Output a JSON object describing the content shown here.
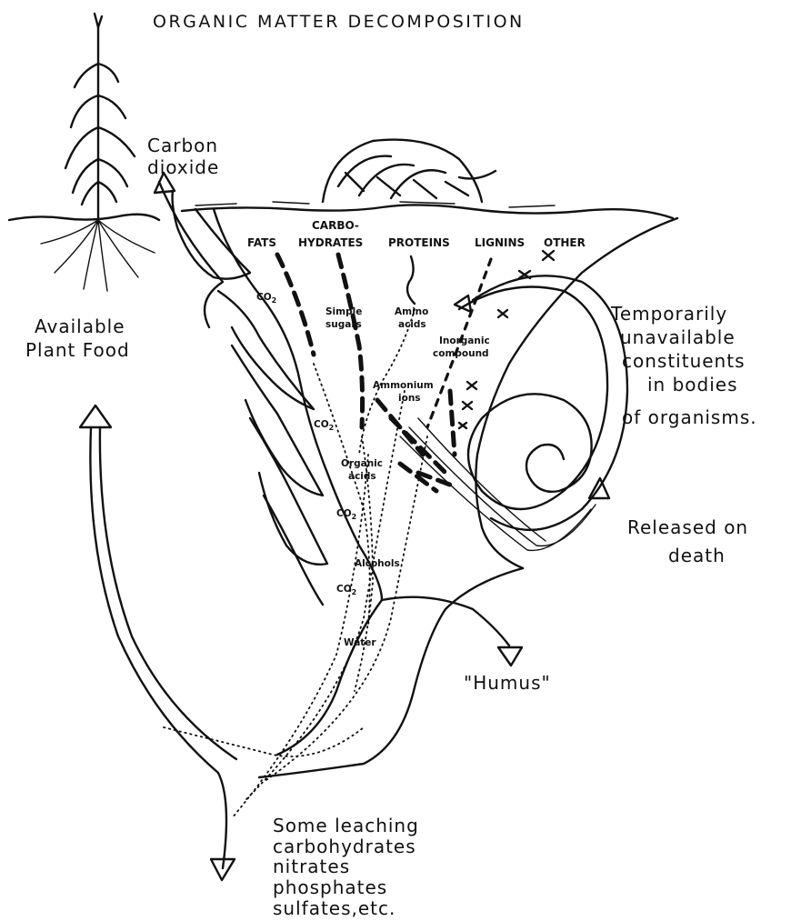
{
  "title": "ORGANIC MATTER DECOMPOSITION",
  "labels": {
    "carbon_dioxide_1": "Carbon",
    "carbon_dioxide_2": "dioxide",
    "available_1": "Available",
    "available_2": "Plant Food",
    "temp_1": "Temporarily",
    "temp_2": "unavailable",
    "temp_3": "constituents",
    "temp_4": "in bodies",
    "temp_5": "of organisms.",
    "released_1": "Released on",
    "released_2": "death",
    "humus": "\"Humus\"",
    "leach_1": "Some leaching",
    "leach_2": "carbohydrates",
    "leach_3": "nitrates",
    "leach_4": "phosphates",
    "leach_5": "sulfates,etc."
  },
  "constituents": {
    "fats": "FATS",
    "carbo_1": "CARBO-",
    "carbo_2": "HYDRATES",
    "proteins": "PROTEINS",
    "lignins": "LIGNINS",
    "other": "OTHER"
  },
  "intermediates": {
    "simple_1": "Simple",
    "simple_2": "sugars",
    "amino_1": "Amino",
    "amino_2": "acids",
    "inorganic_1": "Inorganic",
    "inorganic_2": "compound",
    "ammonium_1": "Ammonium",
    "ammonium_2": "ions",
    "organic_1": "Organic",
    "organic_2": "acids",
    "alcohols": "Alcohols",
    "water": "Water"
  },
  "co2": "CO",
  "co2_sub": "2"
}
